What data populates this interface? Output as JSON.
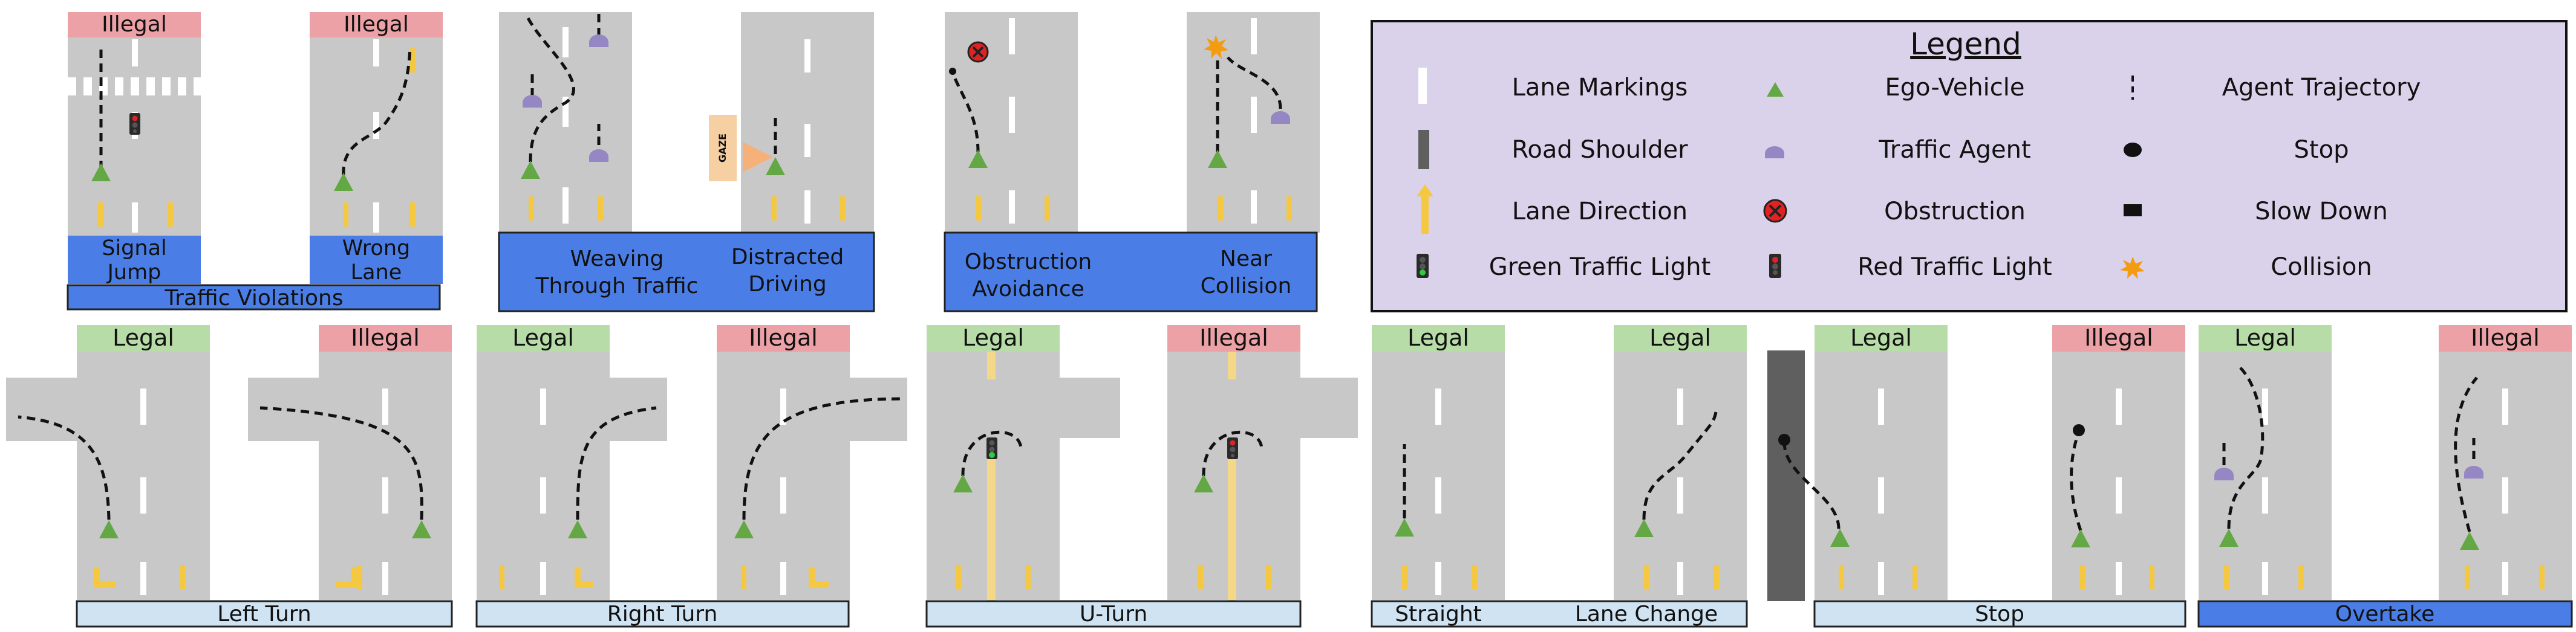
{
  "verdicts": {
    "legal": "Legal",
    "illegal": "Illegal"
  },
  "colors": {
    "legal": "#b8dca8",
    "illegal": "#eca1a6",
    "road": "#c8c8c8",
    "lane_marking": "#ffffff",
    "lane_direction": "#f5c842",
    "shoulder": "#5f5f5f",
    "ego": "#64a845",
    "agent": "#9487c4",
    "banner_dark": "#4a7ee6",
    "banner_light": "#cfe3f3",
    "legend_bg": "#d9d2ea",
    "obstruction": "#e02222",
    "collision": "#f39c12",
    "gaze": "#f6cfa2"
  },
  "top_scenarios": [
    {
      "id": "signal-jump",
      "verdict": "Illegal",
      "label_lines": [
        "Signal",
        "Jump"
      ]
    },
    {
      "id": "wrong-lane",
      "verdict": "Illegal",
      "label_lines": [
        "Wrong",
        "Lane"
      ]
    },
    {
      "id": "weaving",
      "verdict": "",
      "label_lines": [
        "Weaving",
        "Through Traffic"
      ]
    },
    {
      "id": "distracted",
      "verdict": "",
      "label_lines": [
        "Distracted",
        "Driving"
      ],
      "gaze_label": "GAZE"
    },
    {
      "id": "obstruction-avoidance",
      "verdict": "",
      "label_lines": [
        "Obstruction",
        "Avoidance"
      ]
    },
    {
      "id": "near-collision",
      "verdict": "",
      "label_lines": [
        "Near",
        "Collision"
      ]
    }
  ],
  "group_banners": {
    "traffic_violations": "Traffic Violations"
  },
  "legend": {
    "title": "Legend",
    "items": [
      {
        "icon": "lane-marking",
        "label": "Lane Markings"
      },
      {
        "icon": "ego-vehicle",
        "label": "Ego-Vehicle"
      },
      {
        "icon": "agent-trajectory",
        "label": "Agent Trajectory"
      },
      {
        "icon": "road-shoulder",
        "label": "Road Shoulder"
      },
      {
        "icon": "traffic-agent",
        "label": "Traffic Agent"
      },
      {
        "icon": "stop",
        "label": "Stop"
      },
      {
        "icon": "lane-direction",
        "label": "Lane Direction"
      },
      {
        "icon": "obstruction",
        "label": "Obstruction"
      },
      {
        "icon": "slow-down",
        "label": "Slow Down"
      },
      {
        "icon": "green-traffic-light",
        "label": "Green Traffic Light"
      },
      {
        "icon": "red-traffic-light",
        "label": "Red Traffic Light"
      },
      {
        "icon": "collision",
        "label": "Collision"
      }
    ]
  },
  "bottom_scenarios": [
    {
      "id": "left-turn-legal",
      "verdict": "Legal"
    },
    {
      "id": "left-turn-illegal",
      "verdict": "Illegal"
    },
    {
      "id": "right-turn-legal",
      "verdict": "Legal"
    },
    {
      "id": "right-turn-illegal",
      "verdict": "Illegal"
    },
    {
      "id": "u-turn-legal",
      "verdict": "Legal"
    },
    {
      "id": "u-turn-illegal",
      "verdict": "Illegal"
    },
    {
      "id": "straight-legal",
      "verdict": "Legal"
    },
    {
      "id": "lane-change-legal",
      "verdict": "Legal"
    },
    {
      "id": "stop-legal",
      "verdict": "Legal"
    },
    {
      "id": "stop-illegal",
      "verdict": "Illegal"
    },
    {
      "id": "overtake-legal",
      "verdict": "Legal"
    },
    {
      "id": "overtake-illegal",
      "verdict": "Illegal"
    }
  ],
  "bottom_banners": [
    "Left Turn",
    "Right Turn",
    "U-Turn",
    "Straight",
    "Lane Change",
    "Stop",
    "Overtake"
  ]
}
